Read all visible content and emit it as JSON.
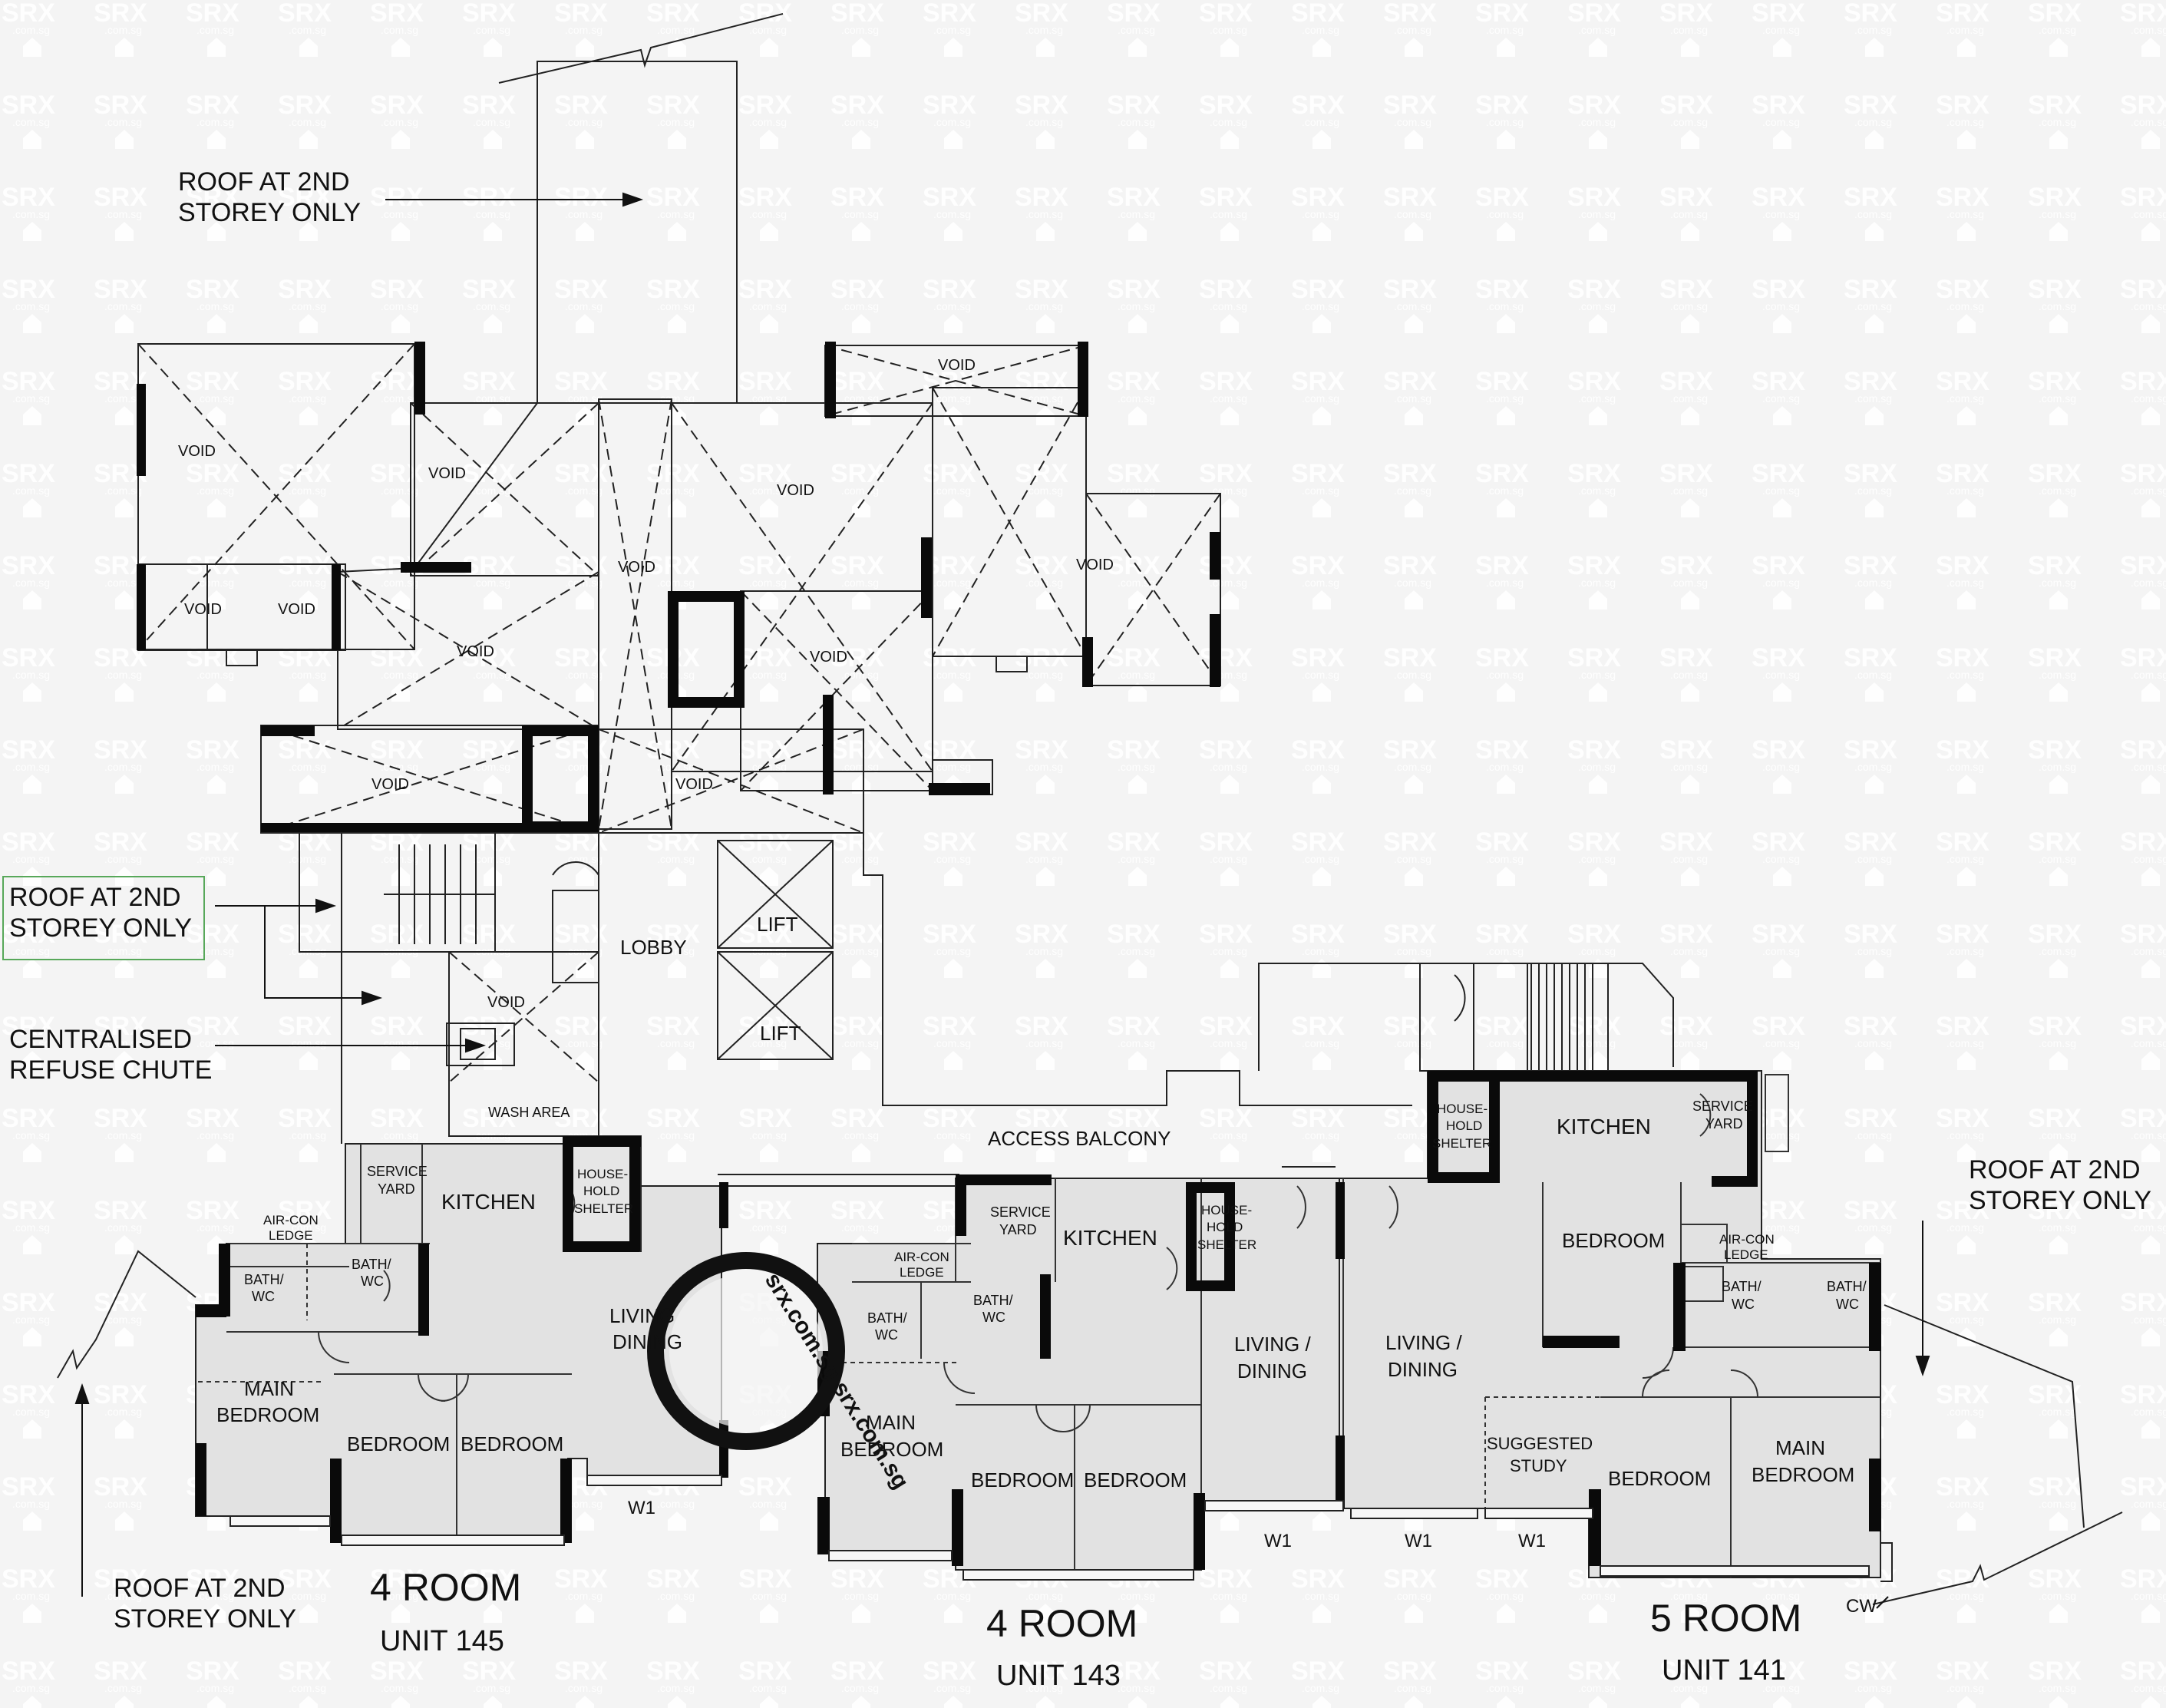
{
  "watermark": {
    "brand": "SRX",
    "sub": ".com.sg",
    "circle_text": "srx.com.sg srx.com.sg"
  },
  "notes": {
    "roof_top": [
      "ROOF AT 2ND",
      "STOREY ONLY"
    ],
    "roof_left": [
      "ROOF AT 2ND",
      "STOREY ONLY"
    ],
    "refuse_chute": [
      "CENTRALISED",
      "REFUSE CHUTE"
    ],
    "roof_bottom_left": [
      "ROOF AT 2ND",
      "STOREY ONLY"
    ],
    "roof_right": [
      "ROOF AT 2ND",
      "STOREY ONLY"
    ],
    "cw": "CW"
  },
  "common": {
    "void": "VOID",
    "lift": "LIFT",
    "lobby": "LOBBY",
    "wash_area": "WASH AREA",
    "access_balcony": "ACCESS BALCONY",
    "w1": "W1"
  },
  "units": [
    {
      "type": "4 ROOM",
      "unit": "UNIT 145",
      "rooms": {
        "service_yard": [
          "SERVICE",
          "YARD"
        ],
        "kitchen": "KITCHEN",
        "shelter": [
          "HOUSE-",
          "HOLD",
          "SHELTER"
        ],
        "aircon": [
          "AIR-CON",
          "LEDGE"
        ],
        "bath1": [
          "BATH/",
          "WC"
        ],
        "bath2": [
          "BATH/",
          "WC"
        ],
        "living": [
          "LIVING",
          "DINING"
        ],
        "main_bedroom": [
          "MAIN",
          "BEDROOM"
        ],
        "bedroom1": "BEDROOM",
        "bedroom2": "BEDROOM"
      }
    },
    {
      "type": "4 ROOM",
      "unit": "UNIT 143",
      "rooms": {
        "service_yard": [
          "SERVICE",
          "YARD"
        ],
        "kitchen": "KITCHEN",
        "shelter": [
          "HOUSE-",
          "HOLD",
          "SHELTER"
        ],
        "aircon": [
          "AIR-CON",
          "LEDGE"
        ],
        "bath1": [
          "BATH/",
          "WC"
        ],
        "bath2": [
          "BATH/",
          "WC"
        ],
        "living": [
          "LIVING /",
          "DINING"
        ],
        "main_bedroom": [
          "MAIN",
          "BEDROOM"
        ],
        "bedroom1": "BEDROOM",
        "bedroom2": "BEDROOM"
      }
    },
    {
      "type": "5 ROOM",
      "unit": "UNIT 141",
      "rooms": {
        "service_yard": [
          "SERVICE",
          "YARD"
        ],
        "kitchen": "KITCHEN",
        "shelter": [
          "HOUSE-",
          "HOLD",
          "SHELTER"
        ],
        "aircon": [
          "AIR-CON",
          "LEDGE"
        ],
        "bath1": [
          "BATH/",
          "WC"
        ],
        "bath2": [
          "BATH/",
          "WC"
        ],
        "living": [
          "LIVING /",
          "DINING"
        ],
        "study": [
          "SUGGESTED",
          "STUDY"
        ],
        "bedroom_top": "BEDROOM",
        "bedroom1": "BEDROOM",
        "main_bedroom": [
          "MAIN",
          "BEDROOM"
        ]
      }
    }
  ]
}
